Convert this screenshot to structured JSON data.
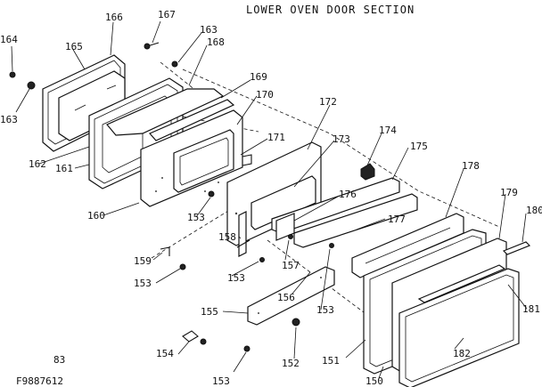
{
  "title": "LOWER OVEN DOOR SECTION",
  "corner_code": "83",
  "drawing_number": "F9887612",
  "part_labels": {
    "p150": "150",
    "p151": "151",
    "p152": "152",
    "p153a": "153",
    "p153b": "153",
    "p153c": "153",
    "p153d": "153",
    "p153e": "153",
    "p154": "154",
    "p155": "155",
    "p156": "156",
    "p157": "157",
    "p158": "158",
    "p159": "159",
    "p160": "160",
    "p161": "161",
    "p162": "162",
    "p163a": "163",
    "p163b": "163",
    "p164": "164",
    "p165": "165",
    "p166": "166",
    "p167": "167",
    "p168": "168",
    "p169": "169",
    "p170": "170",
    "p171": "171",
    "p172": "172",
    "p173": "173",
    "p174": "174",
    "p175": "175",
    "p176": "176",
    "p177": "177",
    "p178": "178",
    "p179": "179",
    "p180": "180",
    "p181": "181",
    "p182": "182"
  }
}
